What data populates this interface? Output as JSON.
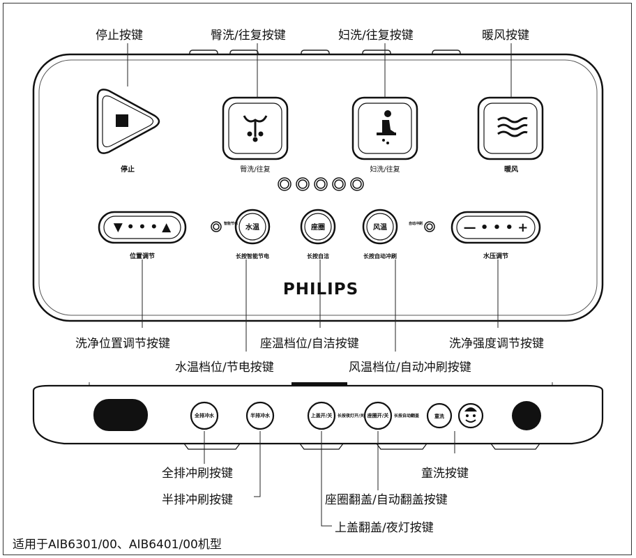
{
  "callouts": {
    "stop": "停止按键",
    "rear_wash": "臀洗/往复按键",
    "fem_wash": "妇洗/往复按键",
    "dryer": "暖风按键",
    "position": "洗净位置调节按键",
    "seat_temp": "座温档位/自洁按键",
    "pressure": "洗净强度调节按键",
    "water_temp": "水温档位/节电按键",
    "air_temp": "风温档位/自动冲刷按键",
    "full_flush": "全排冲刷按键",
    "half_flush": "半排冲刷按键",
    "kids": "童洗按键",
    "seat_ring": "座圈翻盖/自动翻盖按键",
    "lid": "上盖翻盖/夜灯按键"
  },
  "remote": {
    "stop_label": "停止",
    "rear_label": "臀洗/往复",
    "fem_label": "妇洗/往复",
    "dry_label": "暖风",
    "position_label": "位置调节",
    "pressure_label": "水压调节",
    "water_temp_btn": "水温",
    "seat_temp_btn": "座圈",
    "air_temp_btn": "风温",
    "water_temp_sub": "长按智能节电",
    "seat_temp_sub": "长按自洁",
    "air_temp_sub": "长按自动冲刷",
    "left_indicator": "智能节电",
    "right_indicator": "自动冲刷",
    "position_glyph": "▼ • • • ▲",
    "pressure_glyph": "— • • • +",
    "brand": "PHILIPS"
  },
  "side_panel": {
    "full_flush_btn": "全排冲水",
    "half_flush_btn": "半排冲水",
    "lid_btn": "上盖开/关",
    "lid_note": "长按夜灯开/关",
    "seat_btn": "座圈开/关",
    "seat_note": "长按自动翻盖",
    "kids_btn": "童洗"
  },
  "footer": "适用于AIB6301/00、AIB6401/00机型"
}
